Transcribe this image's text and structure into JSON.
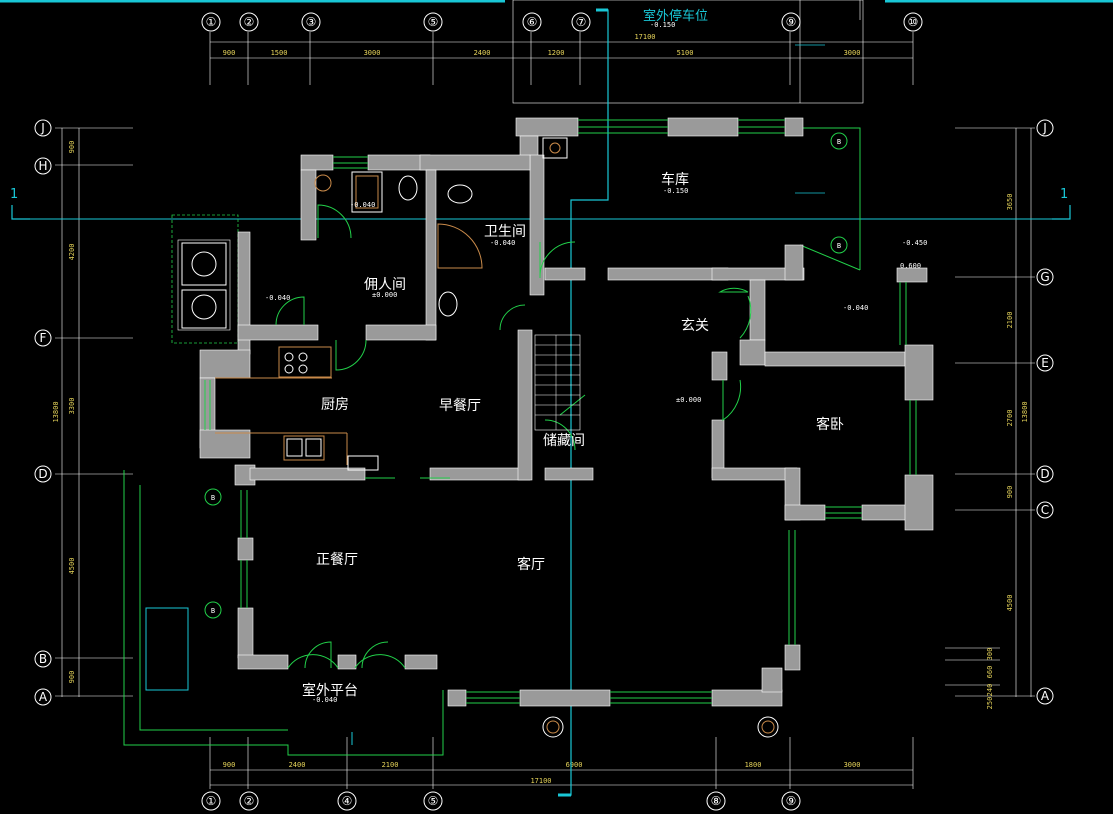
{
  "grid_top": [
    "①",
    "②",
    "③",
    "⑤",
    "⑥",
    "⑦",
    "⑨",
    "⑩"
  ],
  "grid_bottom": [
    "①",
    "②",
    "④",
    "⑤",
    "⑧",
    "⑨"
  ],
  "grid_left": [
    "J",
    "H",
    "F",
    "D",
    "B",
    "A"
  ],
  "grid_right": [
    "J",
    "G",
    "E",
    "D",
    "C",
    "A"
  ],
  "dims_top": [
    "900",
    "1500",
    "3000",
    "2400",
    "1200",
    "5100",
    "3000"
  ],
  "dims_top_total": "17100",
  "dims_bottom": [
    "900",
    "2400",
    "2100",
    "6900",
    "1800",
    "3000"
  ],
  "dims_bottom_total": "17100",
  "dims_left": [
    "900",
    "4200",
    "3300",
    "4500",
    "900"
  ],
  "dims_left_total": "13800",
  "dims_right": [
    "3650",
    "2100",
    "2700",
    "900",
    "4500"
  ],
  "dims_right_total": "13800",
  "dims_right_small": [
    "300",
    "660",
    "240",
    "250"
  ],
  "rooms": {
    "outdoor_parking": "室外停车位",
    "garage": "车库",
    "bathroom": "卫生间",
    "servant_room": "佣人间",
    "foyer": "玄关",
    "kitchen": "厨房",
    "breakfast": "早餐厅",
    "storage": "储藏间",
    "guest_bedroom": "客卧",
    "dining": "正餐厅",
    "living": "客厅",
    "terrace": "室外平台"
  },
  "levels": {
    "parking": "-0.150",
    "garage": "-0.150",
    "servant_bath": "-0.040",
    "bath": "-0.040",
    "servant": "±0.000",
    "west_yard": "-0.040",
    "east_court": "-0.450",
    "east_court2": "0.600",
    "foyer_box": "-0.040",
    "main": "±0.000",
    "terrace": "-0.040"
  },
  "section_mark": "1",
  "section_tags": [
    "B",
    "B",
    "B",
    "B"
  ]
}
